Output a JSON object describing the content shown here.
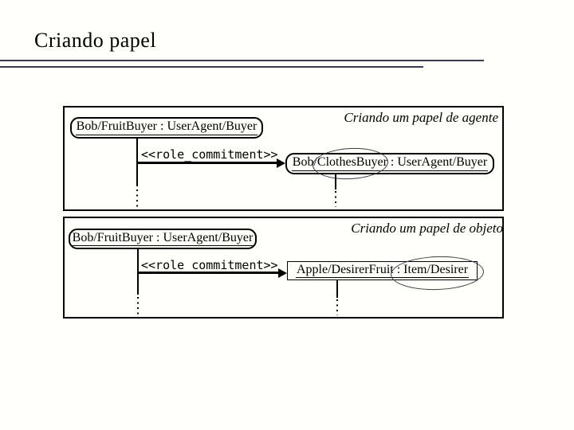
{
  "slide": {
    "title": "Criando papel",
    "colors": {
      "background": "#fffffb",
      "title_rule": "#3b3b4d",
      "ink": "#000000",
      "ellipse_stroke": "#3a3a46"
    },
    "diagrams": [
      {
        "caption": "Criando um papel de agente",
        "source_object": "Bob/FruitBuyer : UserAgent/Buyer",
        "message": "<<role_commitment>>",
        "target_object": "Bob/ClothesBuyer : UserAgent/Buyer",
        "highlighted_fragment": "ClothesBuyer"
      },
      {
        "caption": "Criando um papel de objeto",
        "source_object": "Bob/FruitBuyer : UserAgent/Buyer",
        "message": "<<role_commitment>>",
        "target_object": "Apple/DesirerFruit : Item/Desirer",
        "highlighted_fragment": "Item/Desirer"
      }
    ]
  }
}
